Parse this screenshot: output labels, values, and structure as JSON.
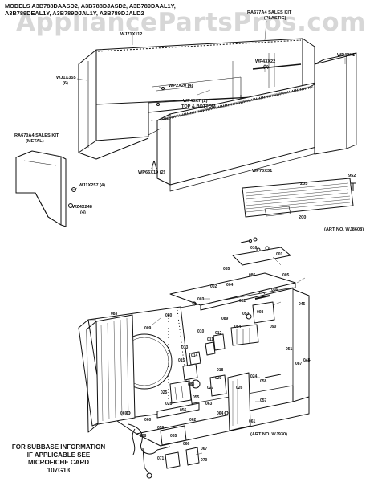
{
  "watermark": "AppliancePartsPros.com",
  "header": {
    "line1": "MODELS A3B788DAASD2, A3B788DJASD2, A3B789DAAL1Y,",
    "line2": "A3B789DEAL1Y, A3B789DJAL1Y, A3B789DJALD2"
  },
  "labels": {
    "wj71x112": "WJ71X112",
    "ra677a4": "RA677A4 SALES KIT",
    "plastic": "(PLASTIC)",
    "wp43x1": "WP43X1",
    "wp43x22": "WP43X22",
    "wp43x22_qty": "(2)",
    "wj1x355": "WJ1X355",
    "wj1x355_qty": "(6)",
    "wp2x20": "WP2X20 (4)",
    "wp43x7": "WP43X7 (2)",
    "top_bottom": "TOP & BOTTOM",
    "ra670a4": "RA670A4 SALES KIT",
    "metal": "(METAL)",
    "wj1x257": "WJ1X257 (4)",
    "wz4x248": "WZ4X248",
    "wz4x248_qty": "(4)",
    "wp66x19": "WP66X19 (2)",
    "wp70x31": "WP70X31",
    "n952": "952",
    "n205": "205",
    "n200": "200",
    "art_top": "(ART NO. WJ8608)",
    "art_bottom": "(ART NO. WJ930)"
  },
  "parts": [
    "016",
    "001",
    "002",
    "003",
    "004",
    "005",
    "006",
    "008",
    "009",
    "010",
    "011",
    "012",
    "013",
    "014",
    "015",
    "018",
    "020",
    "024",
    "025",
    "026",
    "027",
    "028",
    "045",
    "048",
    "051",
    "052",
    "053",
    "054",
    "055",
    "056",
    "057",
    "058",
    "059",
    "060",
    "061",
    "062",
    "063",
    "064",
    "065",
    "066",
    "067",
    "068",
    "069",
    "070",
    "071",
    "080",
    "083",
    "085",
    "086",
    "087",
    "088",
    "089",
    "090"
  ],
  "subbase_note": {
    "line1": "FOR SUBBASE INFORMATION",
    "line2": "IF APPLICABLE SEE",
    "line3": "MICROFICHE CARD",
    "line4": "107G13"
  }
}
